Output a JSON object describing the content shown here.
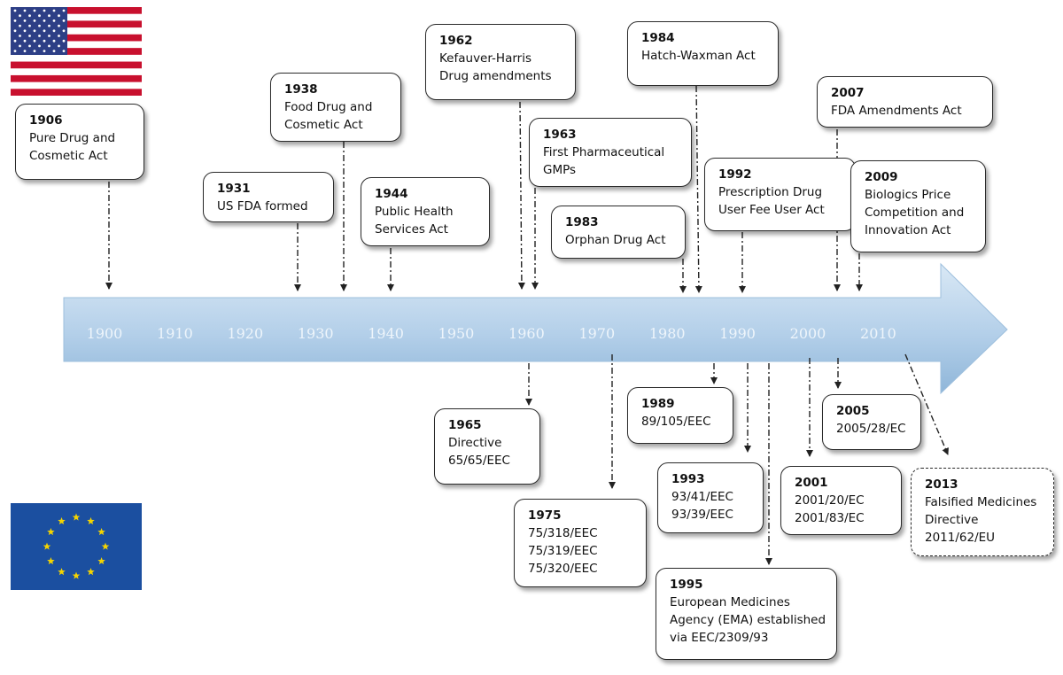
{
  "colors": {
    "arrow_light": "#c5dcef",
    "arrow_dark": "#8fb6d9",
    "box_border": "#2a2a2a",
    "connector": "#222222",
    "eu_blue": "#1b4fa0",
    "eu_star": "#f5d400",
    "us_red": "#c8102e",
    "us_blue": "#2d3f86"
  },
  "flags": {
    "top": "us-flag",
    "bottom": "eu-flag"
  },
  "axis": {
    "ticks": [
      "1900",
      "1910",
      "1920",
      "1930",
      "1940",
      "1950",
      "1960",
      "1970",
      "1980",
      "1990",
      "2000",
      "2010"
    ]
  },
  "us_events": [
    {
      "year": "1906",
      "lines": [
        "Pure Drug and",
        "Cosmetic Act"
      ]
    },
    {
      "year": "1931",
      "lines": [
        "US FDA formed"
      ]
    },
    {
      "year": "1938",
      "lines": [
        "Food Drug and",
        "Cosmetic Act"
      ]
    },
    {
      "year": "1944",
      "lines": [
        "Public Health",
        "Services Act"
      ]
    },
    {
      "year": "1962",
      "lines": [
        "Kefauver-Harris",
        "Drug amendments"
      ]
    },
    {
      "year": "1963",
      "lines": [
        "First Pharmaceutical",
        "GMPs"
      ]
    },
    {
      "year": "1983",
      "lines": [
        "Orphan Drug Act"
      ]
    },
    {
      "year": "1984",
      "lines": [
        "Hatch-Waxman Act"
      ]
    },
    {
      "year": "1992",
      "lines": [
        "Prescription Drug",
        "User Fee User Act"
      ]
    },
    {
      "year": "2007",
      "lines": [
        "FDA Amendments Act"
      ]
    },
    {
      "year": "2009",
      "lines": [
        "Biologics Price",
        "Competition and",
        "Innovation Act"
      ]
    }
  ],
  "eu_events": [
    {
      "year": "1965",
      "lines": [
        "Directive",
        "65/65/EEC"
      ]
    },
    {
      "year": "1975",
      "lines": [
        "75/318/EEC",
        "75/319/EEC",
        "75/320/EEC"
      ]
    },
    {
      "year": "1989",
      "lines": [
        "89/105/EEC"
      ]
    },
    {
      "year": "1993",
      "lines": [
        "93/41/EEC",
        "93/39/EEC"
      ]
    },
    {
      "year": "1995",
      "lines": [
        "European Medicines",
        "Agency (EMA) established",
        "via EEC/2309/93"
      ]
    },
    {
      "year": "2001",
      "lines": [
        "2001/20/EC",
        "2001/83/EC"
      ]
    },
    {
      "year": "2005",
      "lines": [
        "2005/28/EC"
      ]
    },
    {
      "year": "2013",
      "lines": [
        "Falsified Medicines",
        "Directive",
        "2011/62/EU"
      ]
    }
  ]
}
